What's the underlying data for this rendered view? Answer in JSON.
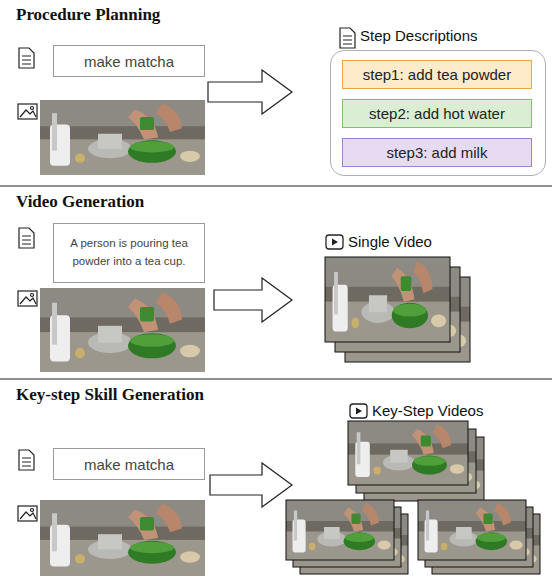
{
  "diagram": {
    "nodes": [
      {
        "text": [
          "make matcha"
        ]
      },
      {
        "text": [
          "Step Descriptions"
        ]
      },
      {
        "text": [
          "step1: add tea powder"
        ],
        "in": 1
      },
      {
        "text": [
          "step2: add hot water"
        ],
        "in": 1
      },
      {
        "text": [
          "step3: add milk"
        ],
        "in": 1
      },
      {
        "text": [
          "A person is pouring tea powder into a tea cup."
        ]
      },
      {
        "text": [
          "make matcha"
        ]
      }
    ],
    "labels": [
      "Procedure Planning",
      "Video Generation",
      "Key-step Skill Generation",
      "Single Video",
      "Key-Step Videos"
    ]
  }
}
